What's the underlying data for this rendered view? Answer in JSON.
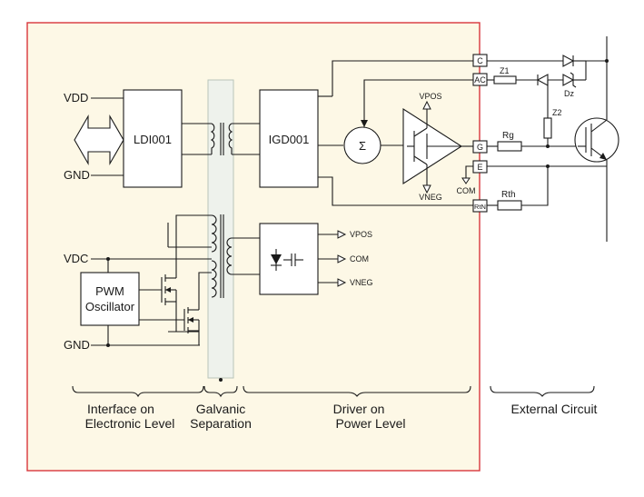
{
  "colors": {
    "frame_border": "#d8353b",
    "frame_fill": "#fdf8e6",
    "separation_fill": "#eef2ec",
    "line": "#1a1a1a"
  },
  "left": {
    "vdd": "VDD",
    "gnd_top": "GND",
    "vdc": "VDC",
    "gnd_bottom": "GND"
  },
  "blocks": {
    "ldi": "LDI001",
    "igd": "IGD001",
    "pwm_line1": "PWM",
    "pwm_line2": "Oscillator",
    "sigma": "Σ"
  },
  "supply_outputs": {
    "vpos": "VPOS",
    "com": "COM",
    "vneg": "VNEG"
  },
  "amp": {
    "vpos": "VPOS",
    "vneg": "VNEG",
    "com": "COM"
  },
  "pins": {
    "c": "C",
    "ac": "AC",
    "g": "G",
    "e": "E",
    "rth_pin": "RtN"
  },
  "external": {
    "z1": "Z1",
    "z2": "Z2",
    "dz": "Dz",
    "rg": "Rg",
    "rth": "Rth"
  },
  "sections": {
    "interface_line1": "Interface on",
    "interface_line2": "Electronic Level",
    "galvanic_line1": "Galvanic",
    "galvanic_line2": "Separation",
    "driver_line1": "Driver on",
    "driver_line2": "Power Level",
    "external": "External Circuit"
  }
}
